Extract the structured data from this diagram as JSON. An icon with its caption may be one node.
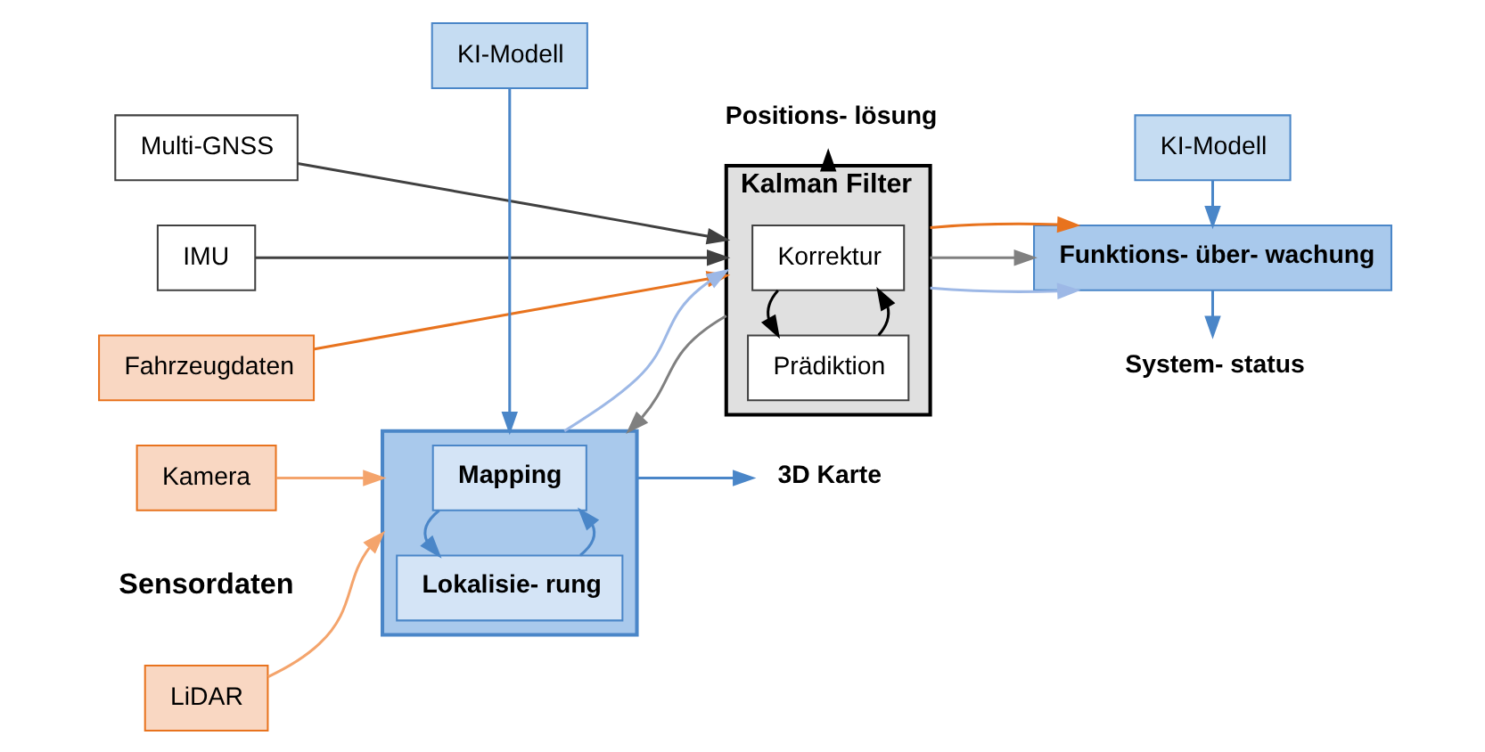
{
  "diagram": {
    "nodes": [
      {
        "text": [
          "LiDAR"
        ]
      },
      {
        "text": [
          "Kamera"
        ]
      },
      {
        "text": [
          "Multi-GNSS"
        ]
      },
      {
        "text": [
          "IMU"
        ]
      },
      {
        "text": [
          "Fahrzeugdaten"
        ]
      },
      {
        "text": [
          "KI-Modell"
        ]
      },
      {
        "text": [],
        "shape": "box"
      },
      {
        "text": [
          "Lokalisie- rung"
        ],
        "in": 6
      },
      {
        "text": [
          "Mapping"
        ],
        "in": 6
      },
      {
        "text": [
          "Kalman Filter"
        ]
      },
      {
        "text": [
          "Prädiktion"
        ],
        "in": 9
      },
      {
        "text": [
          "Korrektur"
        ],
        "in": 9
      },
      {
        "text": [
          "KI-Modell"
        ]
      },
      {
        "text": [
          "Funktions- über- wachung"
        ]
      },
      {
        "text": [
          "3D Karte"
        ]
      },
      {
        "text": [
          "Positions- lösung"
        ]
      },
      {
        "text": [
          "System- status"
        ]
      }
    ],
    "edges": [
      {
        "from": 0,
        "to": 6,
        "arrow": "to",
        "color": "#f4a46c"
      },
      {
        "from": 1,
        "to": 6,
        "arrow": "to",
        "color": "#f4a46c"
      },
      {
        "from": 5,
        "to": 6,
        "arrow": "to"
      },
      {
        "from": 7,
        "to": 8,
        "arrow": "to"
      },
      {
        "from": 8,
        "to": 7,
        "arrow": "to"
      },
      {
        "from": 6,
        "to": 9,
        "arrow": "to",
        "color": "#9db8e6"
      },
      {
        "from": 9,
        "to": 6,
        "arrow": "to",
        "color": "#808080"
      },
      {
        "from": 2,
        "to": 9,
        "arrow": "to",
        "color": "#404040"
      },
      {
        "from": 3,
        "to": 9,
        "arrow": "to",
        "color": "#404040"
      },
      {
        "from": 4,
        "to": 9,
        "arrow": "to",
        "color": "#e8731e"
      },
      {
        "from": 10,
        "to": 11,
        "arrow": "to",
        "color": "#000000"
      },
      {
        "from": 11,
        "to": 10,
        "arrow": "to",
        "color": "#000000"
      },
      {
        "from": 9,
        "to": 13,
        "arrow": "to",
        "color": "#9db8e6"
      },
      {
        "from": 9,
        "to": 13,
        "arrow": "to",
        "color": "#808080"
      },
      {
        "from": 9,
        "to": 13,
        "arrow": "to",
        "color": "#e8731e"
      },
      {
        "from": 12,
        "to": 13,
        "arrow": "to"
      },
      {
        "from": 6,
        "to": 14,
        "arrow": "to"
      },
      {
        "from": 9,
        "to": 15,
        "arrow": "to",
        "color": "#000000"
      },
      {
        "from": 13,
        "to": 16,
        "arrow": "to"
      }
    ],
    "labels": [
      "Sensordaten"
    ]
  }
}
